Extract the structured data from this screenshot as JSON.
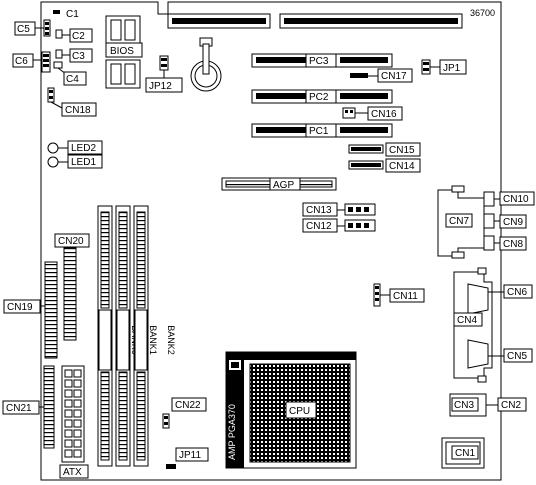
{
  "board_id": "36700",
  "labels": {
    "c1": "C1",
    "c2": "C2",
    "c3": "C3",
    "c4": "C4",
    "c5": "C5",
    "c6": "C6",
    "bios": "BIOS",
    "jp12": "JP12",
    "jp1": "JP1",
    "jp11": "JP11",
    "pc1": "PC1",
    "pc2": "PC2",
    "pc3": "PC3",
    "agp": "AGP",
    "cn1": "CN1",
    "cn2": "CN2",
    "cn3": "CN3",
    "cn4": "CN4",
    "cn5": "CN5",
    "cn6": "CN6",
    "cn7": "CN7",
    "cn8": "CN8",
    "cn9": "CN9",
    "cn10": "CN10",
    "cn11": "CN11",
    "cn12": "CN12",
    "cn13": "CN13",
    "cn14": "CN14",
    "cn15": "CN15",
    "cn16": "CN16",
    "cn17": "CN17",
    "cn18": "CN18",
    "cn19": "CN19",
    "cn20": "CN20",
    "cn21": "CN21",
    "cn22": "CN22",
    "led1": "LED1",
    "led2": "LED2",
    "bank0": "BANK0",
    "bank1": "BANK1",
    "bank2": "BANK2",
    "atx": "ATX",
    "cpu": "CPU",
    "socket": "AMP PGA370"
  }
}
